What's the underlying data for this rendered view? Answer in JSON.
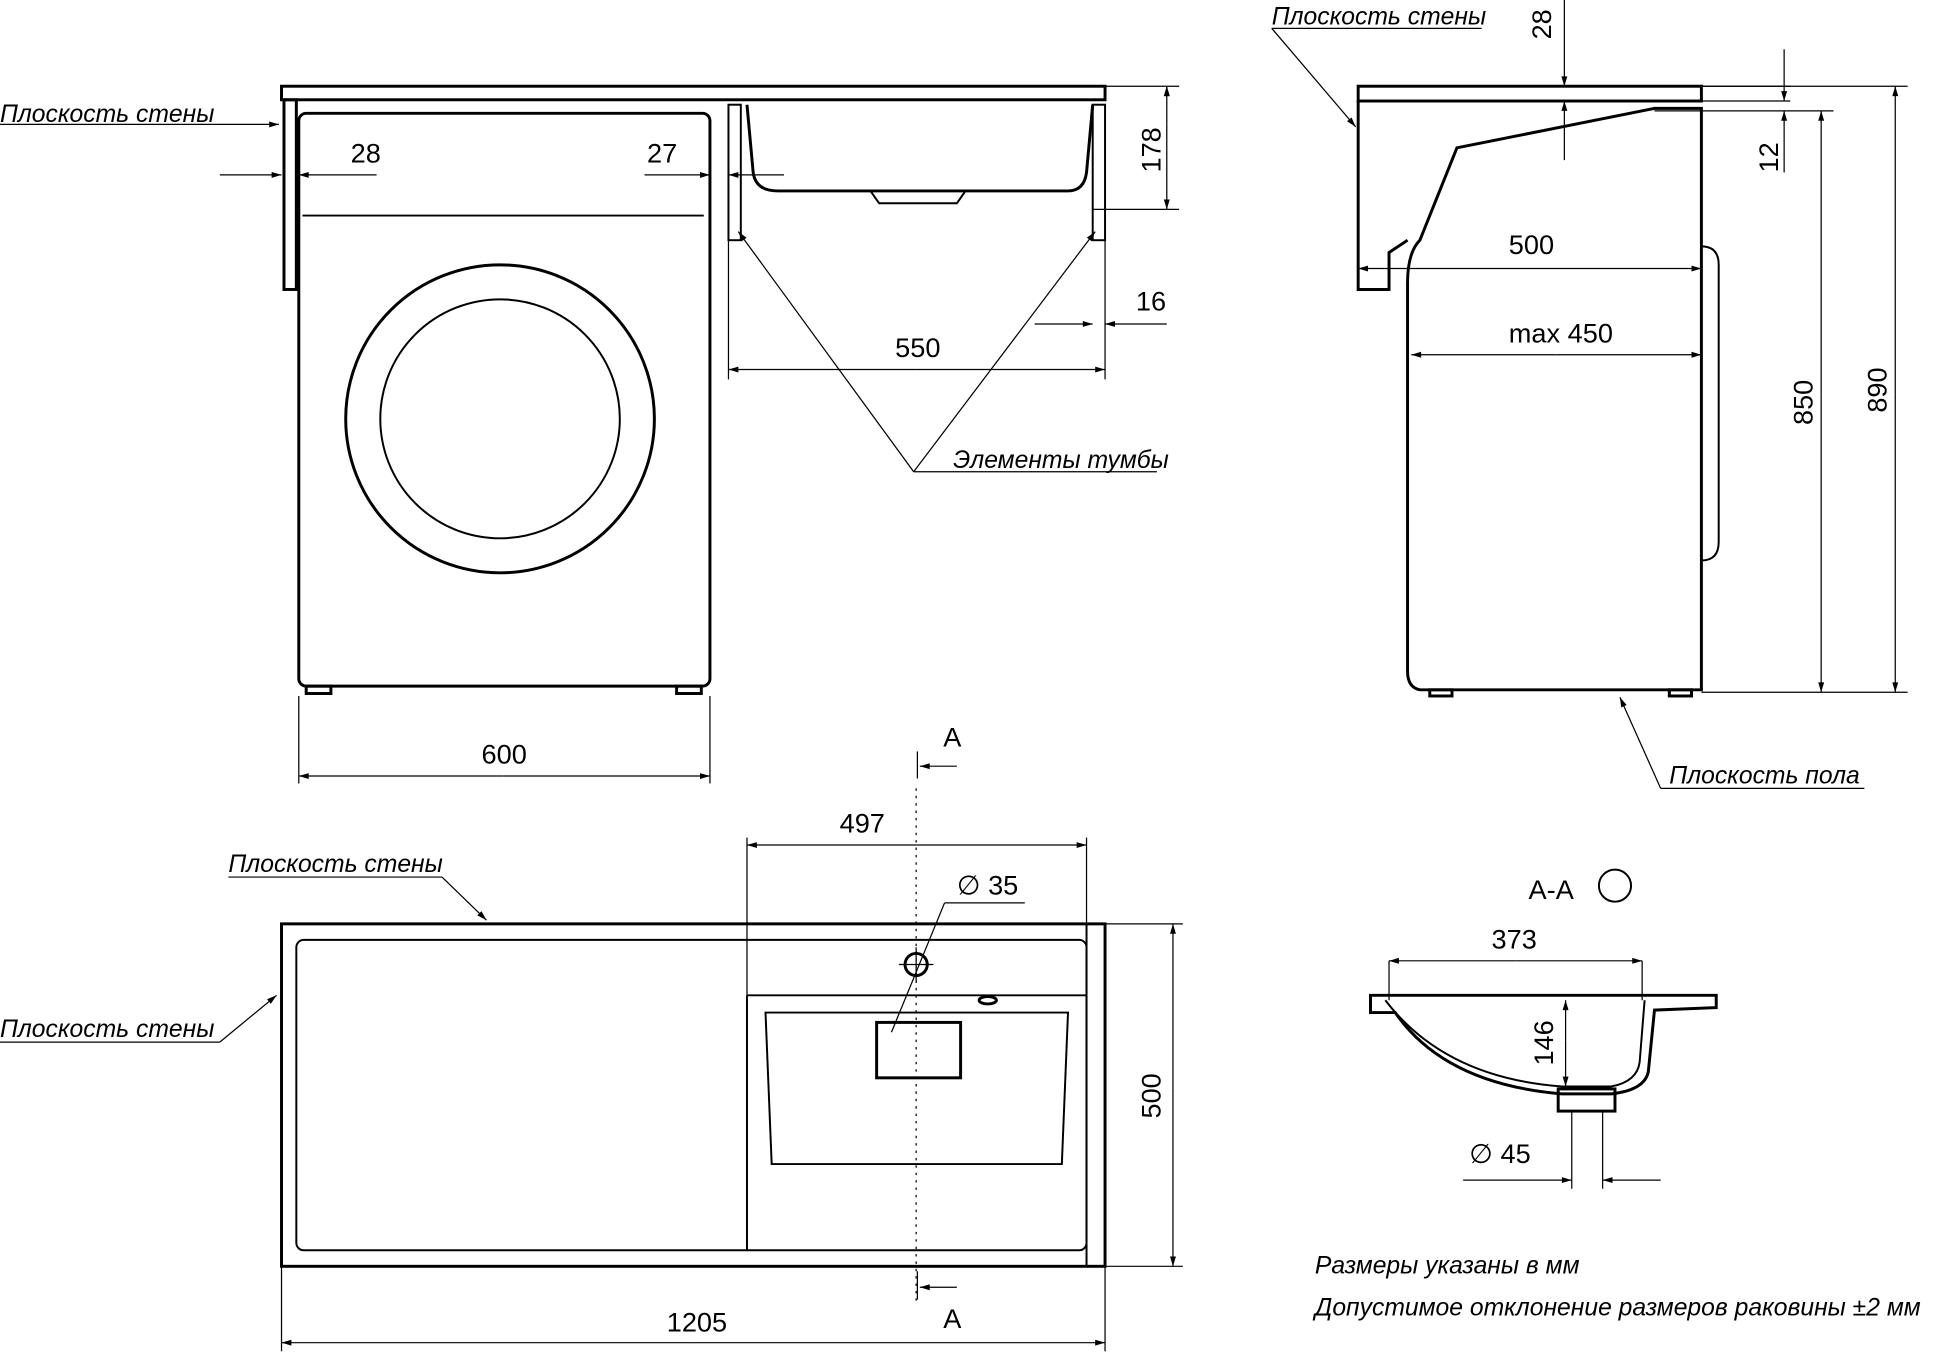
{
  "labels": {
    "wall_plane": "Плоскость стены",
    "floor_plane": "Плоскость пола",
    "cabinet_elements": "Элементы тумбы",
    "section_mark": "А",
    "section_title": "А-А"
  },
  "front_view": {
    "dim_wall_gap": "28",
    "dim_side_gap": "27",
    "dim_sink_height": "178",
    "dim_panel": "16",
    "dim_cabinet_width": "550",
    "dim_washer_width": "600"
  },
  "side_view": {
    "dim_top_thickness": "28",
    "dim_step": "12",
    "dim_depth": "500",
    "dim_max_washer_depth": "max 450",
    "dim_washer_height": "850",
    "dim_total_height": "890"
  },
  "top_view": {
    "dim_sink_width": "497",
    "dim_faucet_hole": "∅ 35",
    "dim_depth": "500",
    "dim_total_width": "1205"
  },
  "section_view": {
    "dim_bowl_width": "373",
    "dim_bowl_depth": "146",
    "dim_drain": "∅ 45"
  },
  "notes": [
    "Размеры указаны в мм",
    "Допустимое отклонение размеров раковины ±2 мм"
  ]
}
